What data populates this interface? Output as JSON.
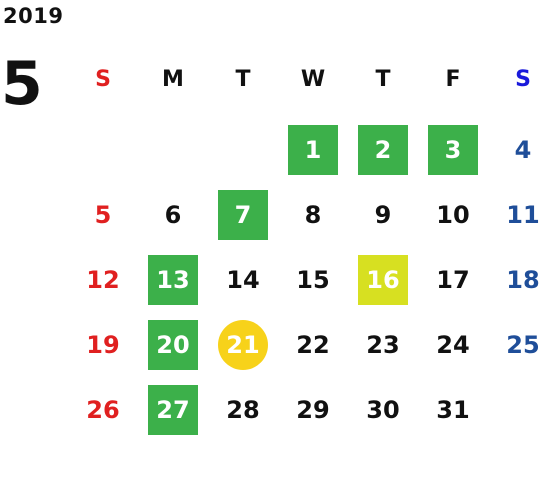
{
  "calendar": {
    "year": "2019",
    "month": "5",
    "weekdays": [
      {
        "label": "S",
        "color": "#e02020"
      },
      {
        "label": "M",
        "color": "#111111"
      },
      {
        "label": "T",
        "color": "#111111"
      },
      {
        "label": "W",
        "color": "#111111"
      },
      {
        "label": "T",
        "color": "#111111"
      },
      {
        "label": "F",
        "color": "#111111"
      },
      {
        "label": "S",
        "color": "#1a1adb"
      }
    ],
    "first_weekday": 3,
    "days": [
      {
        "day": "1",
        "style": "green"
      },
      {
        "day": "2",
        "style": "green"
      },
      {
        "day": "3",
        "style": "green"
      },
      {
        "day": "4",
        "style": "plain"
      },
      {
        "day": "5",
        "style": "plain"
      },
      {
        "day": "6",
        "style": "plain"
      },
      {
        "day": "7",
        "style": "green"
      },
      {
        "day": "8",
        "style": "plain"
      },
      {
        "day": "9",
        "style": "plain"
      },
      {
        "day": "10",
        "style": "plain"
      },
      {
        "day": "11",
        "style": "plain"
      },
      {
        "day": "12",
        "style": "plain"
      },
      {
        "day": "13",
        "style": "green"
      },
      {
        "day": "14",
        "style": "plain"
      },
      {
        "day": "15",
        "style": "plain"
      },
      {
        "day": "16",
        "style": "lime"
      },
      {
        "day": "17",
        "style": "plain"
      },
      {
        "day": "18",
        "style": "plain"
      },
      {
        "day": "19",
        "style": "plain"
      },
      {
        "day": "20",
        "style": "green"
      },
      {
        "day": "21",
        "style": "circle"
      },
      {
        "day": "22",
        "style": "plain"
      },
      {
        "day": "23",
        "style": "plain"
      },
      {
        "day": "24",
        "style": "plain"
      },
      {
        "day": "25",
        "style": "plain"
      },
      {
        "day": "26",
        "style": "plain"
      },
      {
        "day": "27",
        "style": "green"
      },
      {
        "day": "28",
        "style": "plain"
      },
      {
        "day": "29",
        "style": "plain"
      },
      {
        "day": "30",
        "style": "plain"
      },
      {
        "day": "31",
        "style": "plain"
      }
    ],
    "colors": {
      "green": "#3cb04a",
      "lime": "#d7e021",
      "circle": "#f7d21a",
      "sunday": "#e02020",
      "saturday": "#1f4e99"
    }
  }
}
